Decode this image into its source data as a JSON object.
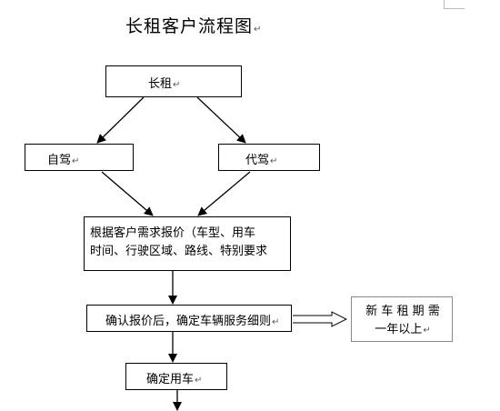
{
  "title": "长租客户流程图",
  "para_mark": "↵",
  "nodes": {
    "long_rent": "长租",
    "self_drive": "自驾",
    "chauffeur": "代驾",
    "quote_line1": "根据客户需求报价（车型、用车",
    "quote_line2": "时间、行驶区域、路线、特别要求",
    "confirm_quote": "确认报价后，确定车辆服务细则",
    "new_car_line1": "新 车 租 期 需",
    "new_car_line2": "一年以上",
    "confirm_car": "确定用车"
  }
}
